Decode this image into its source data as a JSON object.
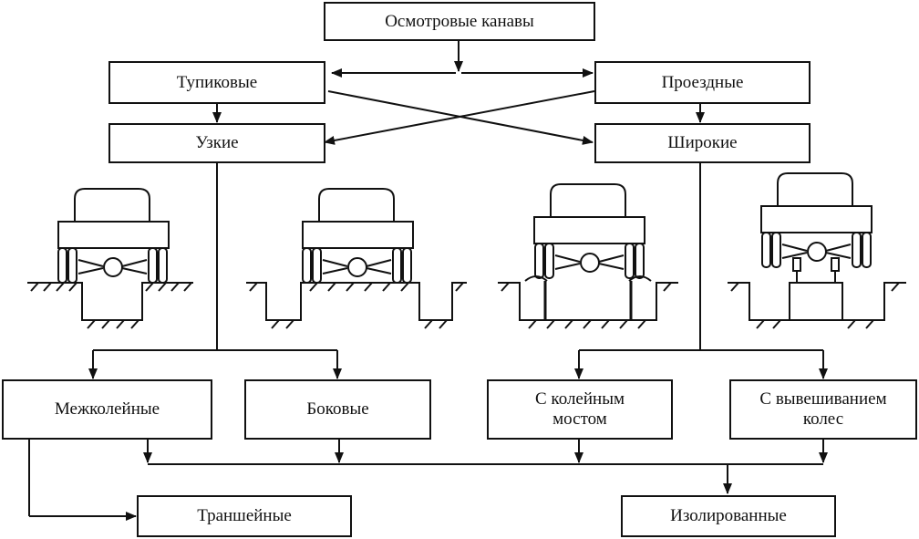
{
  "diagram": {
    "root": "Осмотровые канавы",
    "by_access": {
      "dead_end": "Тупиковые",
      "through": "Проездные"
    },
    "by_width": {
      "narrow": "Узкие",
      "wide": "Широкие"
    },
    "types": {
      "between_track": "Межколейные",
      "side": "Боковые",
      "track_bridge": "С колейным\nмостом",
      "wheel_lift": "С вывешиванием\nколес"
    },
    "groups": {
      "trench": "Траншейные",
      "isolated": "Изолированные"
    }
  },
  "style": {
    "line_color": "#111111",
    "background": "#ffffff"
  }
}
